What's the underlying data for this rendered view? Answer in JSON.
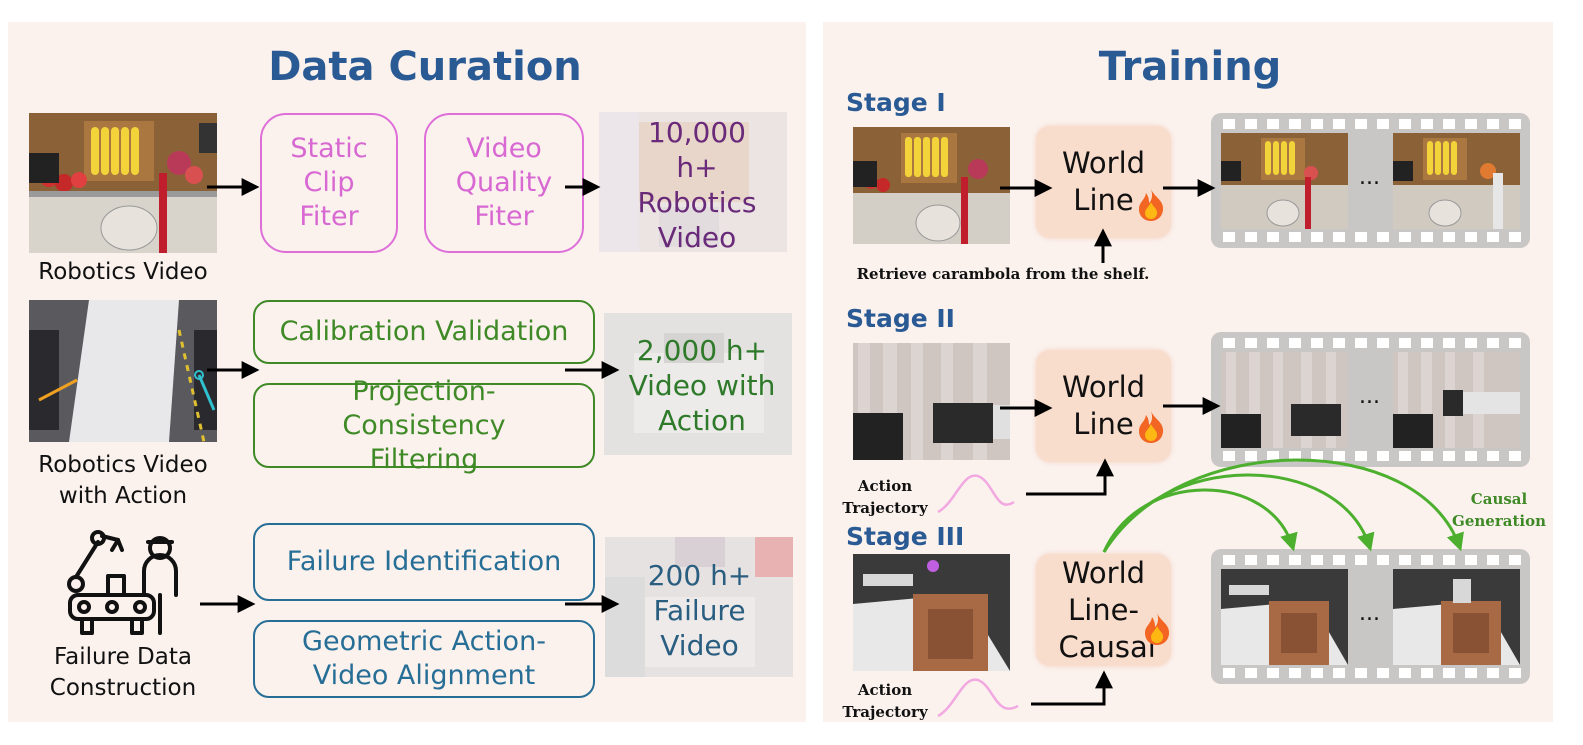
{
  "left": {
    "title": "Data Curation",
    "row1": {
      "source_label": "Robotics Video",
      "filter1": "Static Clip Fiter",
      "filter2": "Video Quality Fiter",
      "result": "10,000 h+ Robotics Video"
    },
    "row2": {
      "source_label": "Robotics Video with Action",
      "filter1": "Calibration Validation",
      "filter2": "Projection-Consistency Filtering",
      "result": "2,000 h+ Video with Action"
    },
    "row3": {
      "source_label": "Failure Data Construction",
      "icon": "factory-robot-worker-icon",
      "filter1": "Failure Identification",
      "filter2": "Geometric Action-Video Alignment",
      "result": "200 h+ Failure Video"
    }
  },
  "right": {
    "title": "Training",
    "stage1": {
      "label": "Stage I",
      "model": "World Line",
      "model_icon": "fire-icon",
      "prompt": "Retrieve carambola from the shelf.",
      "ellipsis": "..."
    },
    "stage2": {
      "label": "Stage II",
      "model": "World Line",
      "model_icon": "fire-icon",
      "condition": "Action Trajectory",
      "ellipsis": "..."
    },
    "stage3": {
      "label": "Stage III",
      "model": "World Line-Causal",
      "model_icon": "fire-icon",
      "condition": "Action Trajectory",
      "causal_label": "Causal Generation",
      "ellipsis": "..."
    }
  },
  "colors": {
    "panel_bg": "#fbf2ee",
    "title_blue": "#2a5a94",
    "pink": "#de6fd8",
    "green": "#3f8a27",
    "blue": "#276e96",
    "model_bg": "#f8dccc",
    "film_gray": "#c9c7c5"
  }
}
